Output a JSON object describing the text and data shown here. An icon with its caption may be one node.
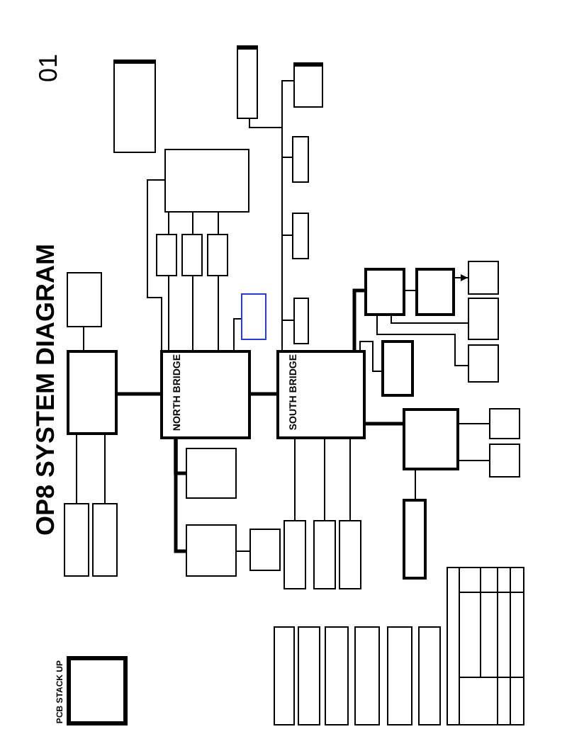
{
  "diagram": {
    "title": "OP8 SYSTEM DIAGRAM",
    "nodes": [
      {
        "text": [],
        "shape": "box"
      },
      {
        "text": [],
        "shape": "box"
      },
      {
        "text": [],
        "shape": "box"
      },
      {
        "text": [],
        "shape": "box"
      },
      {
        "text": [],
        "shape": "box"
      },
      {
        "text": [],
        "shape": "box"
      },
      {
        "text": [],
        "shape": "box"
      },
      {
        "text": [],
        "shape": "box"
      },
      {
        "text": [],
        "shape": "box"
      },
      {
        "text": [],
        "shape": "box"
      },
      {
        "text": [],
        "shape": "box"
      },
      {
        "text": [],
        "shape": "box"
      },
      {
        "text": [
          "NORTH BRIDGE"
        ]
      },
      {
        "text": [
          "SOUTH BRIDGE"
        ]
      },
      {
        "text": [],
        "shape": "box"
      },
      {
        "text": [],
        "shape": "box"
      },
      {
        "text": [],
        "shape": "box"
      },
      {
        "text": [],
        "shape": "box"
      },
      {
        "text": [],
        "shape": "box"
      },
      {
        "text": [],
        "shape": "box"
      },
      {
        "text": [],
        "shape": "box"
      },
      {
        "text": [],
        "shape": "box"
      },
      {
        "text": [],
        "shape": "box"
      },
      {
        "text": [],
        "shape": "box"
      },
      {
        "text": [],
        "shape": "box"
      },
      {
        "text": [],
        "shape": "box"
      },
      {
        "text": [],
        "shape": "box"
      },
      {
        "text": [],
        "shape": "box"
      },
      {
        "text": [],
        "shape": "box"
      },
      {
        "text": [],
        "shape": "box"
      },
      {
        "text": [],
        "shape": "box"
      },
      {
        "text": [],
        "shape": "box"
      },
      {
        "text": [],
        "shape": "box"
      },
      {
        "text": [],
        "shape": "box"
      },
      {
        "text": [],
        "shape": "box"
      },
      {
        "text": [],
        "shape": "box"
      },
      {
        "text": [],
        "shape": "box"
      },
      {
        "text": [],
        "shape": "box"
      },
      {
        "text": [],
        "shape": "box"
      },
      {
        "text": [],
        "shape": "box"
      },
      {
        "text": [
          "PCB STACK UP"
        ]
      }
    ],
    "edges": [
      {
        "from": 11,
        "to": 12,
        "arrow": "none",
        "style": "thick"
      },
      {
        "from": 12,
        "to": 13,
        "arrow": "none",
        "style": "thick"
      },
      {
        "from": 10,
        "to": 11,
        "arrow": "none"
      },
      {
        "from": 11,
        "to": 15,
        "arrow": "none"
      },
      {
        "from": 11,
        "to": 16,
        "arrow": "none"
      },
      {
        "from": 1,
        "to": 2,
        "arrow": "none"
      },
      {
        "from": 1,
        "to": 3,
        "arrow": "none"
      },
      {
        "from": 1,
        "to": 4,
        "arrow": "none"
      },
      {
        "from": 2,
        "to": 12,
        "arrow": "none"
      },
      {
        "from": 3,
        "to": 12,
        "arrow": "none"
      },
      {
        "from": 4,
        "to": 12,
        "arrow": "none"
      },
      {
        "from": 1,
        "to": 12,
        "arrow": "none"
      },
      {
        "from": 9,
        "to": 12,
        "arrow": "none"
      },
      {
        "from": 5,
        "to": 13,
        "arrow": "none"
      },
      {
        "from": 6,
        "to": 13,
        "arrow": "none"
      },
      {
        "from": 7,
        "to": 13,
        "arrow": "none"
      },
      {
        "from": 8,
        "to": 13,
        "arrow": "none"
      },
      {
        "from": 14,
        "to": 13,
        "arrow": "none"
      },
      {
        "from": 13,
        "to": 20,
        "arrow": "none",
        "style": "thick"
      },
      {
        "from": 20,
        "to": 21,
        "arrow": "none"
      },
      {
        "from": 21,
        "to": 22,
        "arrow": "to"
      },
      {
        "from": 20,
        "to": 23,
        "arrow": "none"
      },
      {
        "from": 20,
        "to": 24,
        "arrow": "none"
      },
      {
        "from": 13,
        "to": 25,
        "arrow": "none"
      },
      {
        "from": 13,
        "to": 26,
        "arrow": "none",
        "style": "thick"
      },
      {
        "from": 26,
        "to": 27,
        "arrow": "none"
      },
      {
        "from": 26,
        "to": 28,
        "arrow": "none"
      },
      {
        "from": 26,
        "to": 29,
        "arrow": "none"
      },
      {
        "from": 13,
        "to": 30,
        "arrow": "none"
      },
      {
        "from": 13,
        "to": 31,
        "arrow": "none"
      },
      {
        "from": 13,
        "to": 32,
        "arrow": "none"
      },
      {
        "from": 12,
        "to": 17,
        "arrow": "none",
        "style": "thick"
      },
      {
        "from": 12,
        "to": 18,
        "arrow": "none",
        "style": "thick"
      },
      {
        "from": 18,
        "to": 19,
        "arrow": "none"
      }
    ],
    "labels": [
      "01"
    ]
  }
}
